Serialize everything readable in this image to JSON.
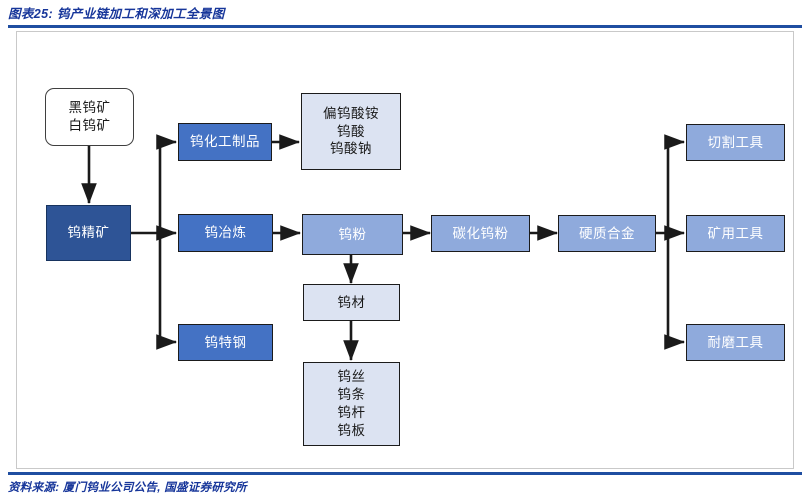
{
  "header": {
    "title": "图表25: 钨产业链加工和深加工全景图"
  },
  "footer": {
    "source": "资料来源: 厦门钨业公司公告, 国盛证券研究所"
  },
  "colors": {
    "accent_blue": "#1F4EA1",
    "title_blue": "#17369A",
    "node_dark_blue": "#2E5496",
    "node_mid_blue": "#4472C4",
    "node_light_blue": "#8FAADC",
    "node_pale_blue": "#DCE3F2",
    "node_white": "#FFFFFF",
    "wire_black": "#1A1A1A"
  },
  "diagram": {
    "type": "flowchart",
    "nodes": [
      {
        "id": "ore",
        "label": "黑钨矿\n白钨矿",
        "style": "white"
      },
      {
        "id": "concentrate",
        "label": "钨精矿",
        "style": "dark-blue"
      },
      {
        "id": "chemical",
        "label": "钨化工制品",
        "style": "mid-blue"
      },
      {
        "id": "chemprod",
        "label": "偏钨酸铵\n钨酸\n钨酸钠",
        "style": "pale-blue"
      },
      {
        "id": "smelting",
        "label": "钨冶炼",
        "style": "mid-blue"
      },
      {
        "id": "powder",
        "label": "钨粉",
        "style": "light-blue"
      },
      {
        "id": "carbide",
        "label": "碳化钨粉",
        "style": "light-blue"
      },
      {
        "id": "cemented",
        "label": "硬质合金",
        "style": "light-blue"
      },
      {
        "id": "specsteel",
        "label": "钨特钢",
        "style": "mid-blue"
      },
      {
        "id": "material",
        "label": "钨材",
        "style": "pale-blue"
      },
      {
        "id": "products",
        "label": "钨丝\n钨条\n钨杆\n钨板",
        "style": "pale-blue"
      },
      {
        "id": "cutting",
        "label": "切割工具",
        "style": "light-blue"
      },
      {
        "id": "mining",
        "label": "矿用工具",
        "style": "light-blue"
      },
      {
        "id": "wear",
        "label": "耐磨工具",
        "style": "light-blue"
      }
    ],
    "edges": [
      {
        "from": "ore",
        "to": "concentrate"
      },
      {
        "from": "concentrate",
        "to": "chemical"
      },
      {
        "from": "concentrate",
        "to": "smelting"
      },
      {
        "from": "concentrate",
        "to": "specsteel"
      },
      {
        "from": "chemical",
        "to": "chemprod"
      },
      {
        "from": "smelting",
        "to": "powder"
      },
      {
        "from": "powder",
        "to": "carbide"
      },
      {
        "from": "powder",
        "to": "material"
      },
      {
        "from": "carbide",
        "to": "cemented"
      },
      {
        "from": "cemented",
        "to": "cutting"
      },
      {
        "from": "cemented",
        "to": "mining"
      },
      {
        "from": "cemented",
        "to": "wear"
      },
      {
        "from": "material",
        "to": "products"
      }
    ]
  }
}
